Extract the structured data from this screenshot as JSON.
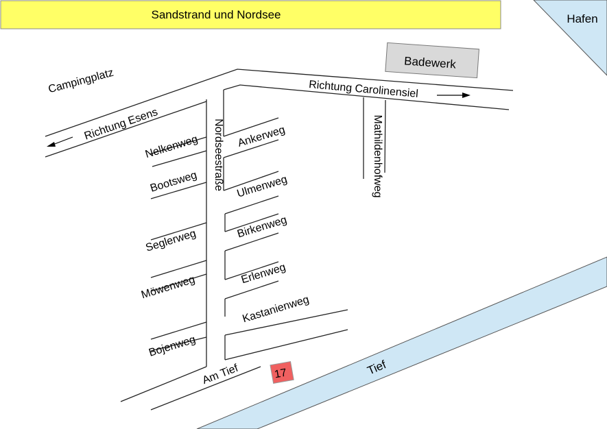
{
  "map": {
    "beach_label": "Sandstrand und Nordsee",
    "harbor_label": "Hafen",
    "building_label": "Badewerk",
    "camping_label": "Campingplatz",
    "river_label": "Tief",
    "marker_number": "17",
    "colors": {
      "beach": "#ffff66",
      "water": "#cfe7f5",
      "building": "#d9d9d9",
      "marker": "#f06060"
    },
    "roads": {
      "richtung_esens": "Richtung Esens",
      "richtung_carolinensiel": "Richtung Carolinensiel",
      "nordseestrasse": "Nordseestraße",
      "mathildenhofweg": "Mathildenhofweg",
      "nelkenweg": "Nelkenweg",
      "bootsweg": "Bootsweg",
      "seglerweg": "Seglerweg",
      "moewenweg": "Möwenweg",
      "bojenweg": "Bojenweg",
      "ankerweg": "Ankerweg",
      "ulmenweg": "Ulmenweg",
      "birkenweg": "Birkenweg",
      "erlenweg": "Erlenweg",
      "kastanienweg": "Kastanienweg",
      "am_tief": "Am Tief"
    }
  }
}
